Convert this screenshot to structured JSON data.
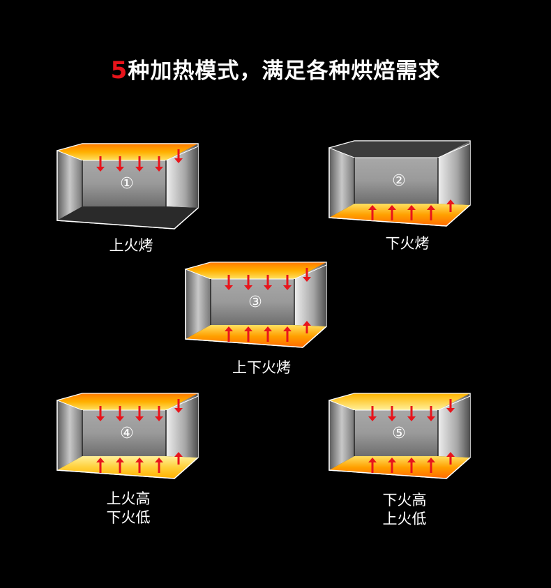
{
  "title": {
    "number": "5",
    "text": "种加热模式，满足各种烘焙需求"
  },
  "modes": [
    {
      "number": "①",
      "label_lines": [
        "上火烤"
      ],
      "top": "hot",
      "bottom": "off"
    },
    {
      "number": "②",
      "label_lines": [
        "下火烤"
      ],
      "top": "off",
      "bottom": "hot"
    },
    {
      "number": "③",
      "label_lines": [
        "上下火烤"
      ],
      "top": "hot",
      "bottom": "hot"
    },
    {
      "number": "④",
      "label_lines": [
        "上火高",
        "下火低"
      ],
      "top": "hot",
      "bottom": "warm"
    },
    {
      "number": "⑤",
      "label_lines": [
        "下火高",
        "上火低"
      ],
      "top": "warm",
      "bottom": "hot"
    }
  ],
  "colors": {
    "background": "#000000",
    "hot": "#ff8a00",
    "warm": "#ffc830",
    "arrow": "#e8141b",
    "wall": "#9a9a9a"
  }
}
